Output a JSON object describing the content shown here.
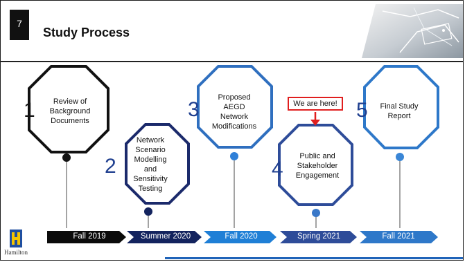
{
  "slide": {
    "number": "7",
    "title": "Study Process"
  },
  "callout": "We are here!",
  "steps": [
    {
      "num": "1",
      "text": [
        "Review of",
        "Background",
        "Documents"
      ]
    },
    {
      "num": "2",
      "text": [
        "Network",
        "Scenario",
        "Modelling",
        "and",
        "Sensitivity",
        "Testing"
      ]
    },
    {
      "num": "3",
      "text": [
        "Proposed",
        "AEGD",
        "Network",
        "Modifications"
      ]
    },
    {
      "num": "4",
      "text": [
        "Public and",
        "Stakeholder",
        "Engagement"
      ]
    },
    {
      "num": "5",
      "text": [
        "Final Study",
        "Report"
      ]
    }
  ],
  "timeline": [
    "Fall 2019",
    "Summer 2020",
    "Fall 2020",
    "Spring 2021",
    "Fall 2021"
  ],
  "logo": {
    "label": "Hamilton"
  },
  "colors": {
    "octagon_black": "#111111",
    "octagon_navy": "#1b2a6b",
    "octagon_blue": "#2f6fbf",
    "timeline": [
      "#0b0b0b",
      "#13235e",
      "#1f7fd6",
      "#2e4c99",
      "#2e78c9"
    ],
    "callout_border": "#e01e1e",
    "footer_line": "#1f63b8"
  }
}
